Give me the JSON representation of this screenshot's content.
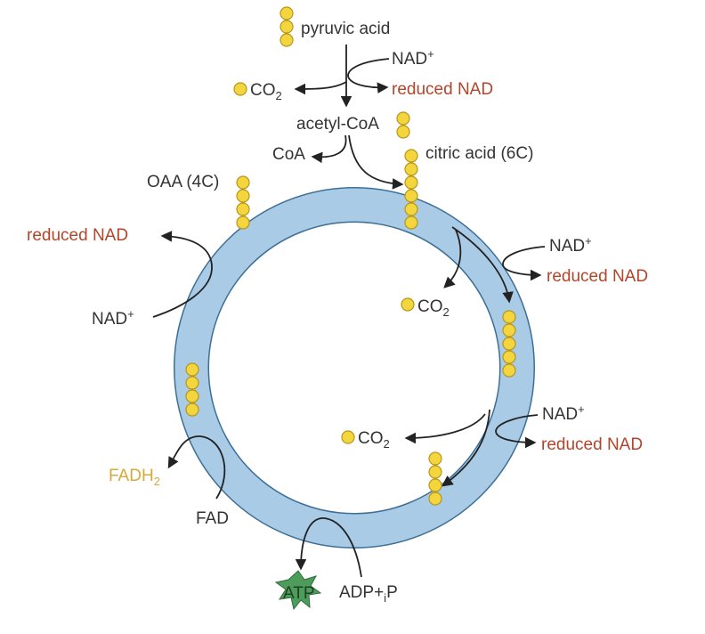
{
  "labels": {
    "pyruvic_acid": "pyruvic acid",
    "nad_plus": "NAD",
    "plus_sup": "+",
    "reduced_nad": "reduced NAD",
    "co2_main": "CO",
    "co2_sub": "2",
    "acetyl_coa": "acetyl-CoA",
    "coa": "CoA",
    "citric_acid": "citric acid (6C)",
    "oaa": "OAA (4C)",
    "fadh_main": "FADH",
    "fadh_sub": "2",
    "fad": "FAD",
    "atp": "ATP",
    "adp_main": "ADP+",
    "adp_sub": "i",
    "adp_tail": "P"
  },
  "colors": {
    "ring_fill": "#a9cbe6",
    "ring_stroke": "#3d6f96",
    "bead_fill": "#f3d63e",
    "bead_stroke": "#b8961a",
    "reduced_text": "#b2452a",
    "fadh_text": "#d7a83a",
    "atp_star": "#4d9c5c"
  }
}
